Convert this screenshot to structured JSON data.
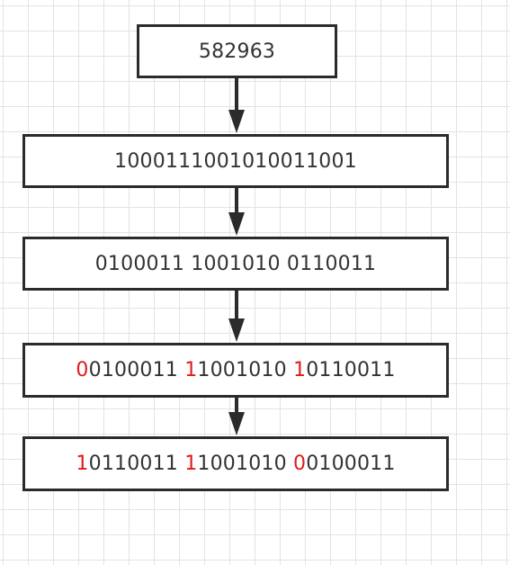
{
  "steps": [
    {
      "segments": [
        {
          "text": "582963",
          "color": "#333333"
        }
      ]
    },
    {
      "segments": [
        {
          "text": "1000111001010011001",
          "color": "#333333"
        }
      ]
    },
    {
      "segments": [
        {
          "text": "0100011 1001010 0110011",
          "color": "#333333"
        }
      ]
    },
    {
      "segments": [
        {
          "text": "0",
          "color": "#e01b1b"
        },
        {
          "text": "0100011 ",
          "color": "#333333"
        },
        {
          "text": "1",
          "color": "#e01b1b"
        },
        {
          "text": "1001010 ",
          "color": "#333333"
        },
        {
          "text": "1",
          "color": "#e01b1b"
        },
        {
          "text": "0110011",
          "color": "#333333"
        }
      ]
    },
    {
      "segments": [
        {
          "text": "1",
          "color": "#e01b1b"
        },
        {
          "text": "0110011 ",
          "color": "#333333"
        },
        {
          "text": "1",
          "color": "#e01b1b"
        },
        {
          "text": "1001010 ",
          "color": "#333333"
        },
        {
          "text": "0",
          "color": "#e01b1b"
        },
        {
          "text": "0100011",
          "color": "#333333"
        }
      ]
    }
  ],
  "colors": {
    "box_border": "#2b2b2b",
    "text": "#333333",
    "highlight": "#e01b1b",
    "arrow": "#2b2b2b",
    "grid": "#e3e3e3"
  }
}
